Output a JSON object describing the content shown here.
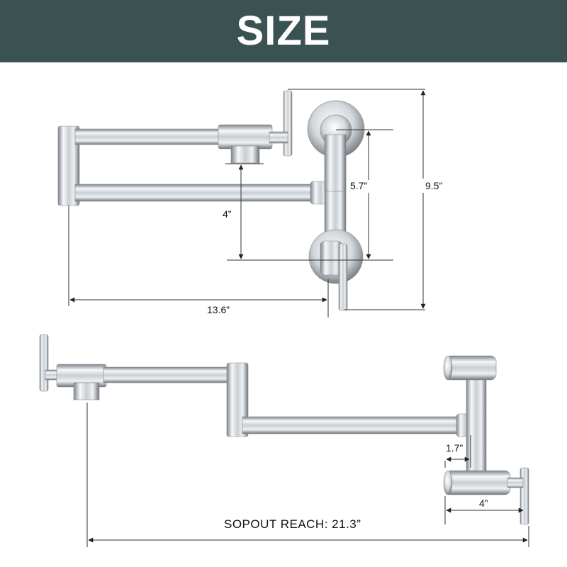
{
  "header": {
    "title": "SIZE"
  },
  "colors": {
    "banner": "#3b5253",
    "chrome_light": "#f4f6f8",
    "chrome_dark": "#8a9096",
    "dimension_line": "#333333"
  },
  "top_view": {
    "dim_height_total": "9.5”",
    "dim_mount_spacing": "5.7”",
    "dim_arm_spacing": "4”",
    "dim_width": "13.6”"
  },
  "bottom_view": {
    "dim_offset": "1.7”",
    "dim_handle": "4”",
    "dim_reach": "SOPOUT REACH: 21.3”"
  }
}
